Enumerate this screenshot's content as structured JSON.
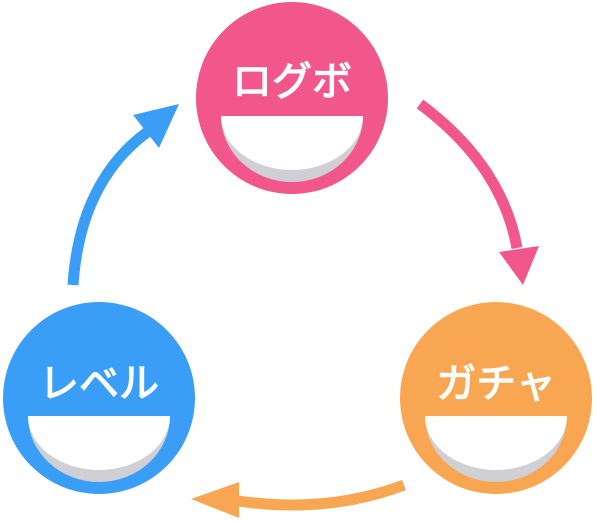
{
  "diagram": {
    "type": "cycle",
    "nodes": [
      {
        "id": "login-bonus",
        "label": "ログボ",
        "color": "#F2578C"
      },
      {
        "id": "gacha",
        "label": "ガチャ",
        "color": "#F9A653"
      },
      {
        "id": "level",
        "label": "レベル",
        "color": "#3A9DF6"
      }
    ],
    "edges": [
      {
        "from": "login-bonus",
        "to": "gacha",
        "color": "#F2578C"
      },
      {
        "from": "gacha",
        "to": "level",
        "color": "#F9A653"
      },
      {
        "from": "level",
        "to": "login-bonus",
        "color": "#3A9DF6"
      }
    ],
    "bowl_color": "#FFFFFF",
    "bowl_shadow": "#CFCFD4"
  }
}
